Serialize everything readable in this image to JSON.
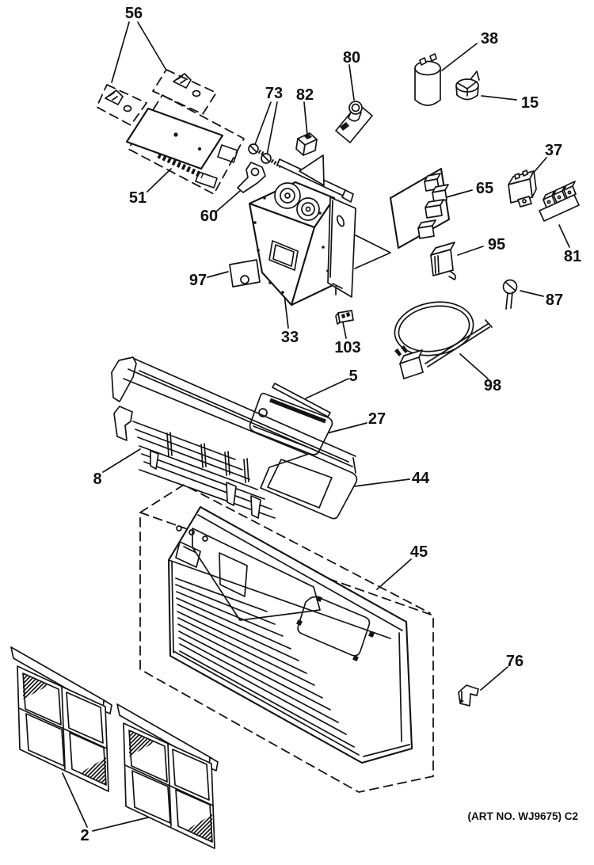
{
  "figure": {
    "art_no": "(ART NO. WJ9675) C2"
  },
  "colors": {
    "ink": "#141414",
    "background": "#ffffff"
  },
  "callouts": [
    {
      "id": "56",
      "label": "56"
    },
    {
      "id": "38",
      "label": "38"
    },
    {
      "id": "80",
      "label": "80"
    },
    {
      "id": "73",
      "label": "73"
    },
    {
      "id": "82",
      "label": "82"
    },
    {
      "id": "15",
      "label": "15"
    },
    {
      "id": "37",
      "label": "37"
    },
    {
      "id": "65",
      "label": "65"
    },
    {
      "id": "51",
      "label": "51"
    },
    {
      "id": "60",
      "label": "60"
    },
    {
      "id": "95",
      "label": "95"
    },
    {
      "id": "81",
      "label": "81"
    },
    {
      "id": "97",
      "label": "97"
    },
    {
      "id": "87",
      "label": "87"
    },
    {
      "id": "33",
      "label": "33"
    },
    {
      "id": "103",
      "label": "103"
    },
    {
      "id": "5",
      "label": "5"
    },
    {
      "id": "98",
      "label": "98"
    },
    {
      "id": "27",
      "label": "27"
    },
    {
      "id": "8",
      "label": "8"
    },
    {
      "id": "44",
      "label": "44"
    },
    {
      "id": "45",
      "label": "45"
    },
    {
      "id": "76",
      "label": "76"
    },
    {
      "id": "2",
      "label": "2"
    }
  ]
}
